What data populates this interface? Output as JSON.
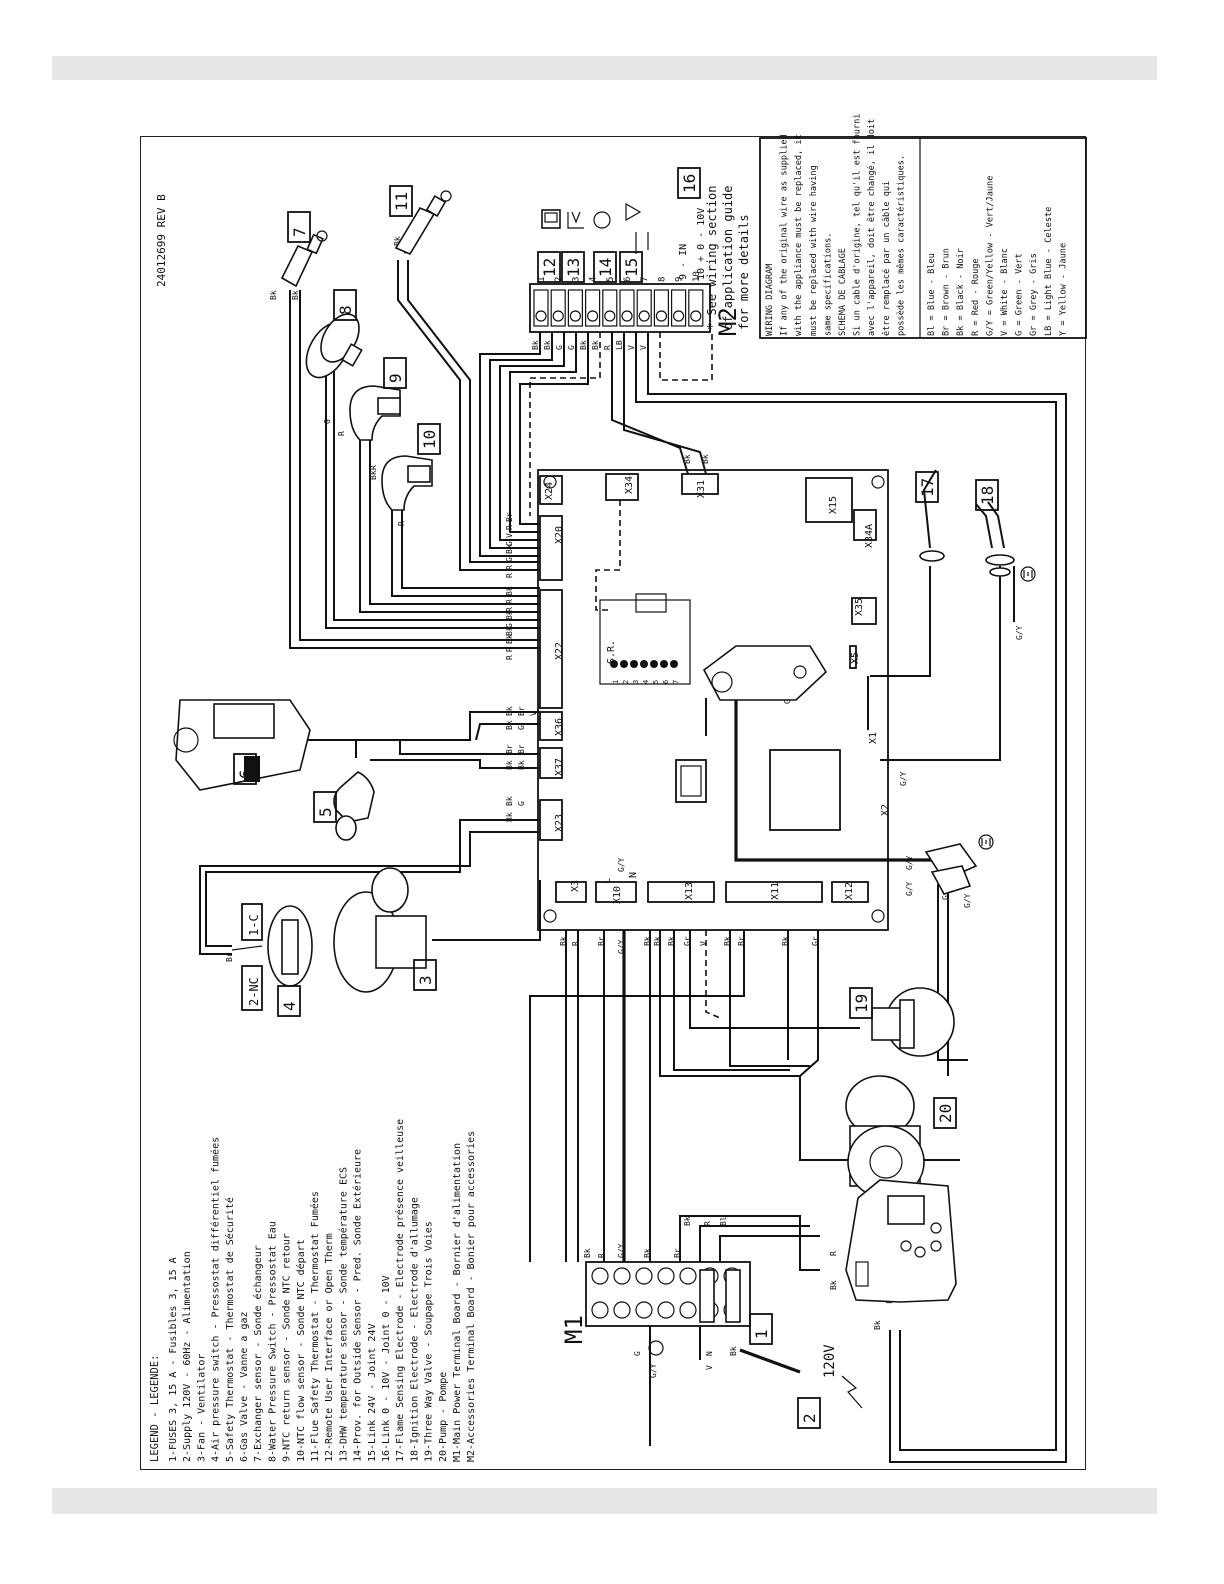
{
  "doc_code": "24012699 REV B",
  "legend": {
    "title": "LEGEND - LEGENDE:",
    "items": [
      "1-FUSES 3, 15 A - Fusibles 3, 15 A",
      "2-Supply 120V - 60Hz - Alimentation",
      "3-Fan - Ventilator",
      "4-Air pressure switch - Pressostat différentiel fumées",
      "5-Safety Thermostat - Thermostat de Sécurité",
      "6-Gas Valve - Vanne a gaz",
      "7-Exchanger sensor - Sonde échangeur",
      "8-Water Pressure Switch - Pressostat Eau",
      "9-NTC return sensor - Sonde NTC retour",
      "10-NTC flow sensor - Sonde NTC départ",
      "11-Flue Safety Thermostat - Thermostat Fumées",
      "12-Remote User Interface or Open Therm",
      "13-DHW temperature sensor - Sonde température ECS",
      "14-Prov. for Outside Sensor - Pred. Sonde Extérieure",
      "15-Link 24V - Joint 24V",
      "16-Link 0 - 10V - Joint 0 - 10V",
      "17-Flame Sensing Electrode - Electrode présence veilleuse",
      "18-Ignition Electrode - Electrode d'allumage",
      "19-Three Way Valve - Soupape Trois Voies",
      "20-Pump - Pompe",
      "M1-Main Power Terminal Board - Bornier d'alimentation",
      "M2-Accessories Terminal Board - Bonier pour accessories"
    ]
  },
  "wiring_note": {
    "lines": [
      "WIRING DIAGRAM",
      "If any of the original wire as supplied",
      "with the appliance must be replaced, it",
      "must be replaced with wire having",
      "same specifications.",
      "SCHEMA DE CABLAGE",
      "Si un cable d'origine, tel qu'il est fourni",
      "avec l'appareil, doit être changé, il doit",
      "être remplacé par un câble qui",
      "possède les mêmes caractéristiques."
    ]
  },
  "color_codes": [
    "Bl     = Blue - Bleu",
    "Br     = Brown - Brun",
    "Bk     = Black - Noir",
    "R      = Red - Rouge",
    "G/Y = Green/Yellow - Vert/Jaune",
    "V      = White - Blanc",
    "G      = Green - Vert",
    "Gr     = Grey - Gris",
    "LB     = Light Blue - Celeste",
    "Y      = Yellow - Jaune"
  ],
  "see_note": [
    "* See wiring section",
    "of application guide",
    "for more details"
  ],
  "component_numbers": [
    "1",
    "2",
    "3",
    "4",
    "5",
    "6",
    "7",
    "8",
    "9",
    "10",
    "11",
    "12",
    "13",
    "14",
    "15",
    "16",
    "17",
    "18",
    "19",
    "20"
  ],
  "switch_labels": [
    "1-C",
    "2-NC"
  ],
  "terminal_boards": {
    "m1": "M1",
    "m2": "M2",
    "m2_pins": [
      "1",
      "2",
      "3",
      "4",
      "5",
      "6",
      "7",
      "8",
      "9",
      "10"
    ],
    "io_labels": [
      "9 -  IN",
      "10 +  0 - 10V"
    ]
  },
  "supply_label": "120V",
  "connectors": [
    "X24",
    "X34",
    "X31",
    "X15",
    "X20",
    "X34A",
    "X35",
    "X5",
    "X22",
    "X36",
    "X37",
    "X23",
    "X1",
    "X2",
    "X3",
    "L",
    "X10",
    "N",
    "X13",
    "X11",
    "X12",
    "S.R."
  ],
  "sr_pins": [
    "1",
    "2",
    "3",
    "4",
    "5",
    "6",
    "7"
  ],
  "wire_labels": {
    "m2": [
      "Bk",
      "Bk",
      "G",
      "G",
      "Bk",
      "Bk",
      "R",
      "LB",
      "V",
      "V"
    ],
    "x31": [
      "Bk",
      "Bk"
    ],
    "x20": [
      "Br",
      "R",
      "V",
      "G",
      "Bk",
      "G",
      "R",
      "R"
    ],
    "x22": [
      "Bk",
      "R",
      "R",
      "Bk",
      "G",
      "Bk",
      "Bk",
      "R",
      "R"
    ],
    "x36": [
      "Bk",
      "Br",
      "V",
      "Bk",
      "G"
    ],
    "x37": [
      "Br",
      "Br",
      "Bk",
      "Bk"
    ],
    "x23": [
      "Bk",
      "G",
      "Bk"
    ],
    "bottom": [
      "Bk",
      "R",
      "Br",
      "G/Y",
      "Bk",
      "Bk",
      "Bk",
      "Gr",
      "V",
      "Bk",
      "Br",
      "Bk",
      "Gr"
    ],
    "m1": [
      "Bk",
      "R",
      "G/Y",
      "Bk",
      "Br",
      "Bk",
      "R",
      "Bl",
      "Bk",
      "R",
      "LB",
      "Bk",
      "G",
      "N",
      "V",
      "G/Y",
      "Bk"
    ],
    "sensors": [
      "Bk",
      "Bk",
      "Bk",
      "G",
      "R",
      "R",
      "Bk",
      "R",
      "R",
      "Bk",
      "Bk",
      "Br"
    ],
    "ground": [
      "G/Y",
      "G/Y",
      "G/Y",
      "G/Y",
      "G/Y",
      "G/Y",
      "G/Y",
      "G/Y"
    ]
  }
}
